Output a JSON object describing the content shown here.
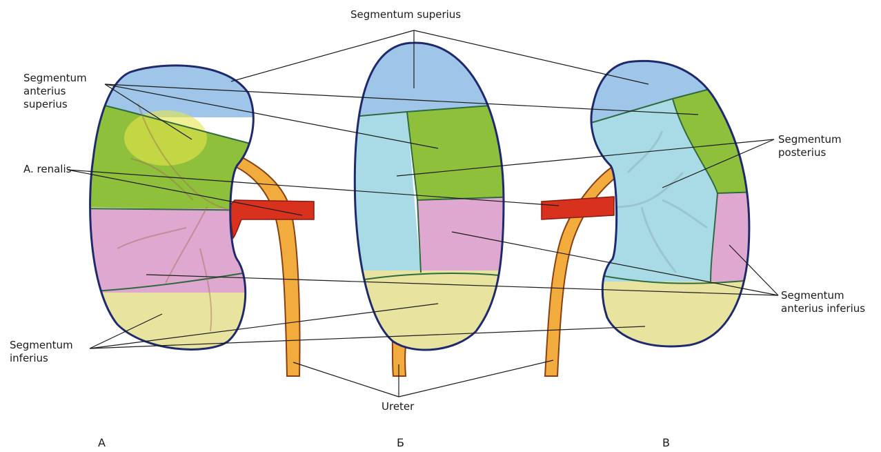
{
  "labels": {
    "segmentum_superius": "Segmentum superius",
    "segmentum_anterius_superius": [
      "Segmentum",
      "anterius",
      "superius"
    ],
    "a_renalis": "A. renalis",
    "segmentum_posterius": [
      "Segmentum",
      "posterius"
    ],
    "segmentum_anterius_inferius": [
      "Segmentum",
      "anterius inferius"
    ],
    "segmentum_inferius": [
      "Segmentum",
      "inferius"
    ],
    "ureter": "Ureter"
  },
  "plates": [
    "А",
    "Б",
    "В"
  ],
  "colors": {
    "superius": "#9fc6e8",
    "anterius_superius": "#8fc03c",
    "posterius": "#a9dbe6",
    "anterius_inferius": "#dfa8d0",
    "inferius": "#e8e4a0",
    "artery": "#d8321e",
    "ureter": "#f0a83a",
    "outline": "#1f2a6e"
  }
}
